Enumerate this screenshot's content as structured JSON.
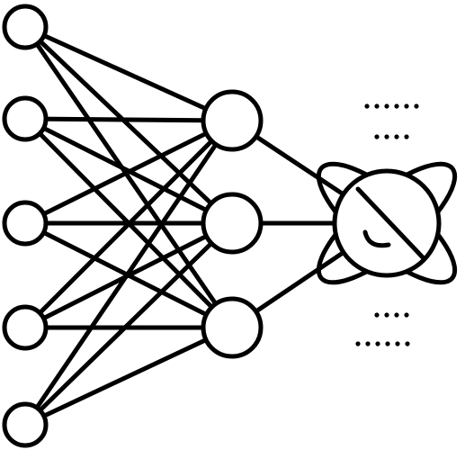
{
  "diagram": {
    "type": "neural-network-icon",
    "colors": {
      "stroke": "#000000",
      "background": "#ffffff"
    },
    "layers": [
      {
        "name": "input",
        "node_count": 5
      },
      {
        "name": "hidden",
        "node_count": 3
      },
      {
        "name": "output",
        "node_count": 1
      }
    ],
    "connections": "fully-connected",
    "output_node_decoration": "orbit-with-smile",
    "ellipsis_groups": 2
  }
}
